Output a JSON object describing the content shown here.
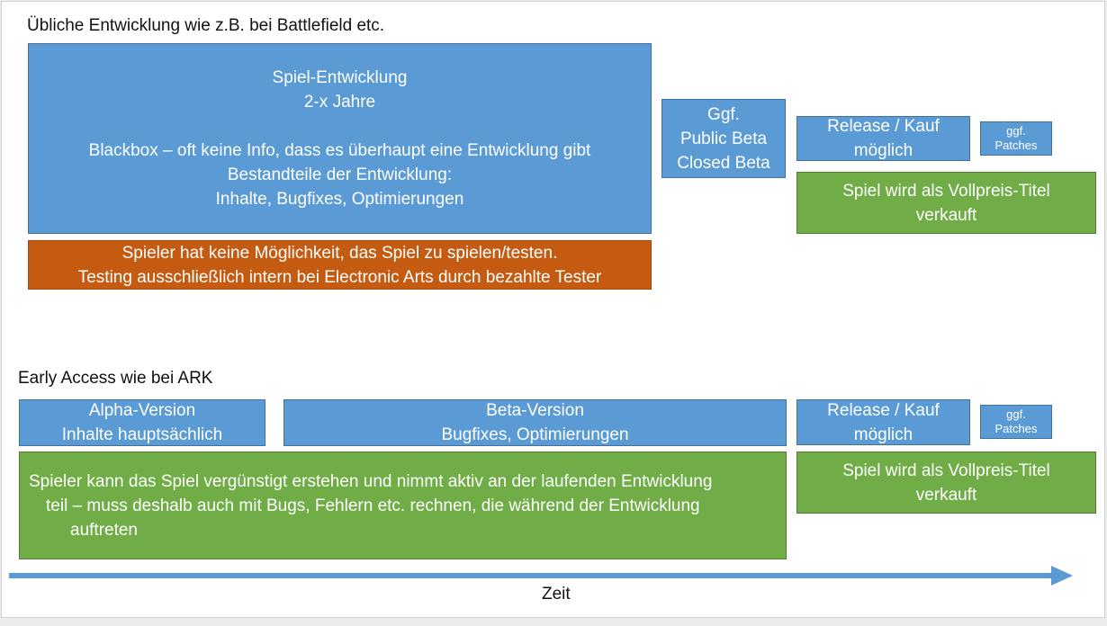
{
  "section1": {
    "heading": "Übliche Entwicklung wie z.B. bei Battlefield etc.",
    "dev_box": {
      "line1": "Spiel-Entwicklung",
      "line2": "2-x Jahre",
      "line3": "Blackbox – oft keine Info, dass es überhaupt eine Entwicklung gibt",
      "line4": "Bestandteile der Entwicklung:",
      "line5": "Inhalte, Bugfixes, Optimierungen"
    },
    "player_box": {
      "line1": "Spieler hat keine Möglichkeit, das Spiel zu spielen/testen.",
      "line2": "Testing ausschließlich intern bei Electronic Arts durch bezahlte Tester"
    },
    "beta_box": {
      "line1": "Ggf.",
      "line2": "Public Beta",
      "line3": "Closed Beta"
    },
    "release_box": {
      "line1": "Release / Kauf",
      "line2": "möglich"
    },
    "patches_box": {
      "line1": "ggf.",
      "line2": "Patches"
    },
    "price_box": {
      "line1": "Spiel wird als Vollpreis-Titel",
      "line2": "verkauft"
    }
  },
  "section2": {
    "heading": "Early Access wie bei ARK",
    "alpha_box": {
      "line1": "Alpha-Version",
      "line2": "Inhalte hauptsächlich"
    },
    "beta_box": {
      "line1": "Beta-Version",
      "line2": "Bugfixes, Optimierungen"
    },
    "release_box": {
      "line1": "Release / Kauf",
      "line2": "möglich"
    },
    "patches_box": {
      "line1": "ggf.",
      "line2": "Patches"
    },
    "player_box": {
      "line1": "Spieler kann das Spiel vergünstigt erstehen und nimmt aktiv an der laufenden Entwicklung",
      "line2": "teil – muss deshalb auch mit Bugs, Fehlern etc. rechnen, die während der Entwicklung",
      "line3": "auftreten"
    },
    "price_box": {
      "line1": "Spiel wird als Vollpreis-Titel",
      "line2": "verkauft"
    }
  },
  "timeline": {
    "label": "Zeit",
    "color": "#5b9bd5"
  },
  "colors": {
    "blue": "#5b9bd5",
    "orange": "#c55a11",
    "green": "#70ad47"
  }
}
